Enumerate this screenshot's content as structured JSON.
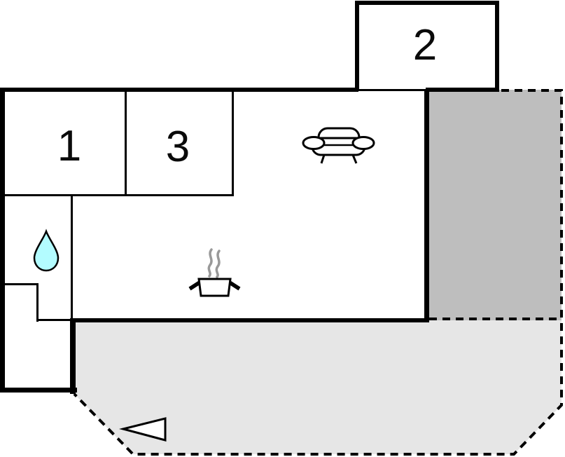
{
  "plan": {
    "type": "floor-plan",
    "rooms": [
      {
        "id": "room1",
        "label": "1"
      },
      {
        "id": "room2",
        "label": "2"
      },
      {
        "id": "room3",
        "label": "3"
      }
    ],
    "icons": [
      {
        "name": "sofa-icon"
      },
      {
        "name": "cooking-pot-icon"
      },
      {
        "name": "water-drop-icon"
      },
      {
        "name": "direction-triangle-icon"
      }
    ],
    "colors": {
      "wall": "#000000",
      "room_fill": "#ffffff",
      "dark_area": "#bebebe",
      "light_area": "#e6e6e6",
      "water_drop": "#b3fcff",
      "steam": "#999999",
      "label_text": "#0a0a0a"
    }
  }
}
